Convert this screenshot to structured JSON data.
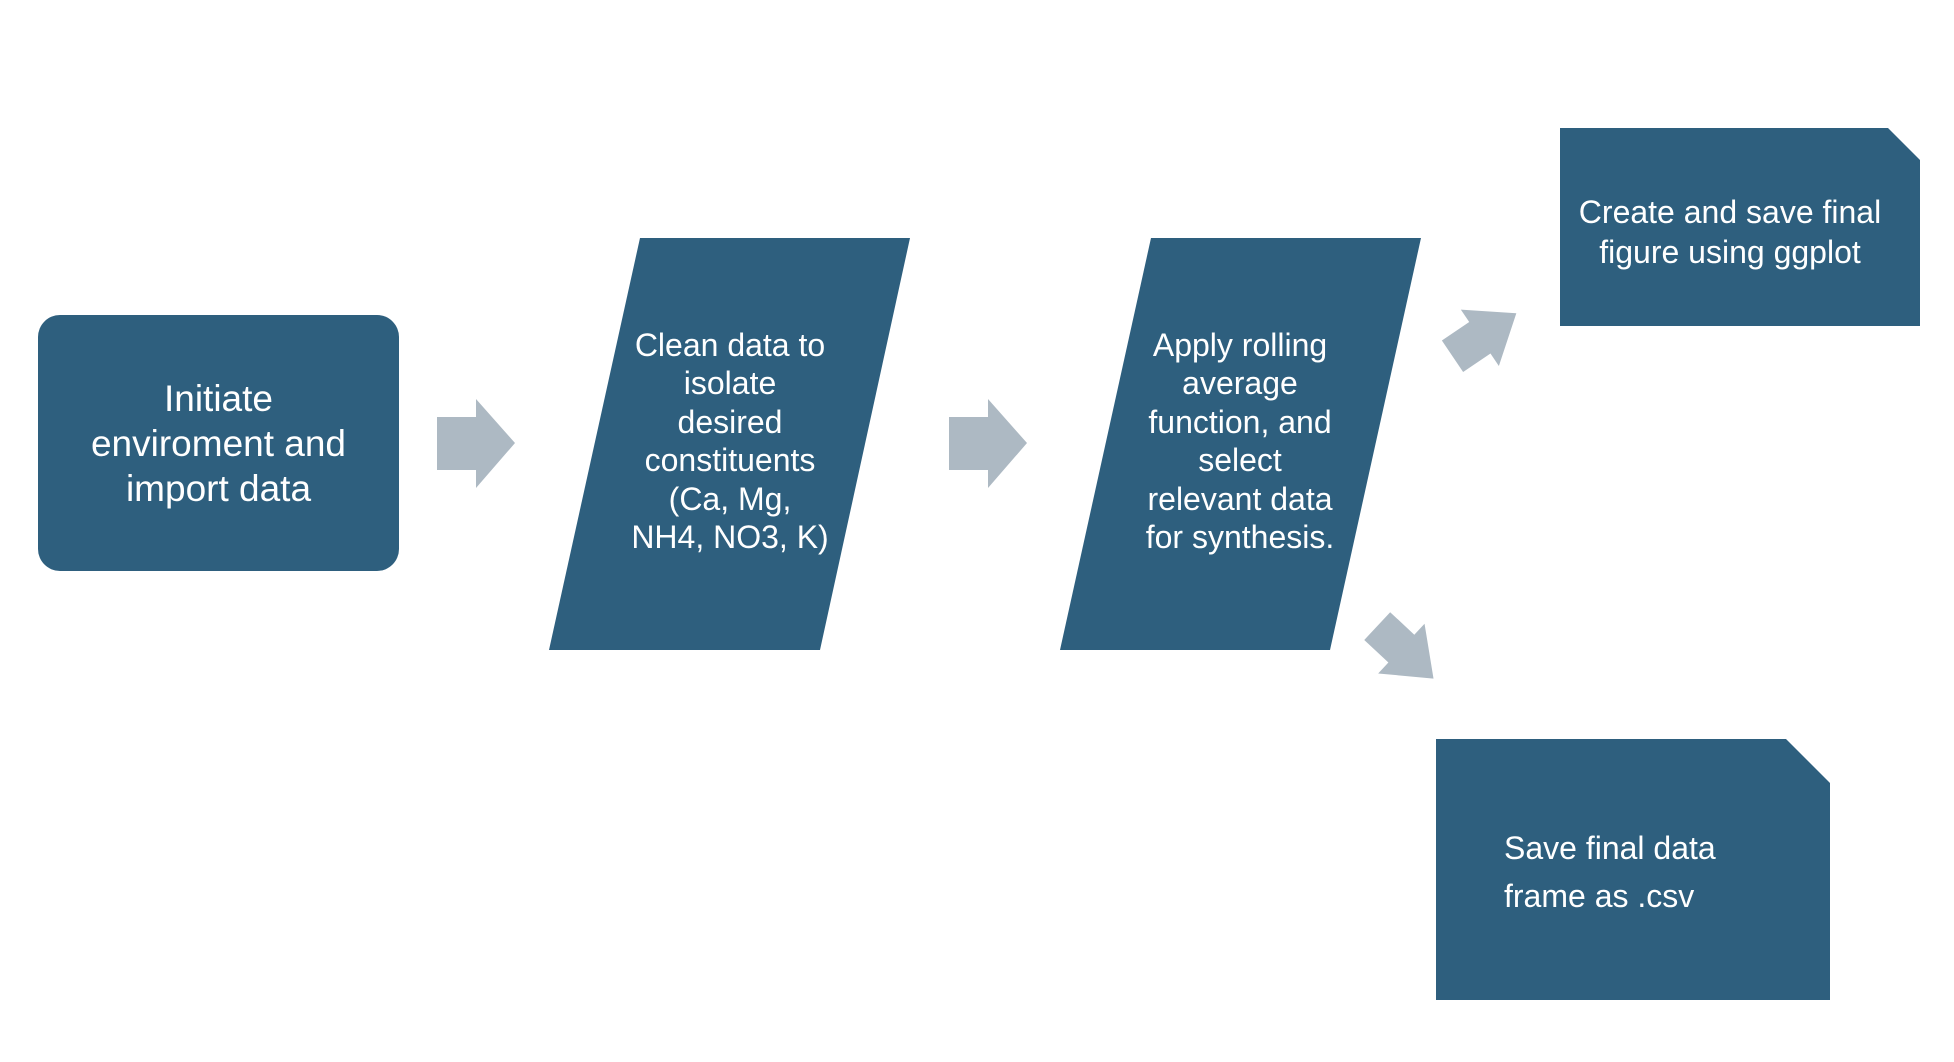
{
  "colors": {
    "box_fill": "#2e5f7e",
    "arrow_fill": "#adb9c3",
    "text": "#ffffff",
    "background": "#ffffff"
  },
  "nodes": {
    "start": {
      "shape": "rounded-rectangle",
      "lines": [
        "Initiate",
        "enviroment and",
        "import data"
      ]
    },
    "clean": {
      "shape": "parallelogram",
      "lines": [
        "Clean data to",
        "isolate",
        "desired",
        "constituents",
        "(Ca, Mg,",
        "NH4, NO3, K)"
      ]
    },
    "apply": {
      "shape": "parallelogram",
      "lines": [
        "Apply rolling",
        "average",
        "function, and",
        "select",
        "relevant data",
        "for synthesis."
      ]
    },
    "figure": {
      "shape": "snipped-corner-rectangle",
      "lines": [
        "Create and save final",
        "figure using ggplot"
      ]
    },
    "csv": {
      "shape": "snipped-corner-rectangle",
      "lines": [
        "Save final data",
        "frame as .csv"
      ]
    }
  },
  "edges": [
    {
      "from": "start",
      "to": "clean"
    },
    {
      "from": "clean",
      "to": "apply"
    },
    {
      "from": "apply",
      "to": "figure"
    },
    {
      "from": "apply",
      "to": "csv"
    }
  ]
}
